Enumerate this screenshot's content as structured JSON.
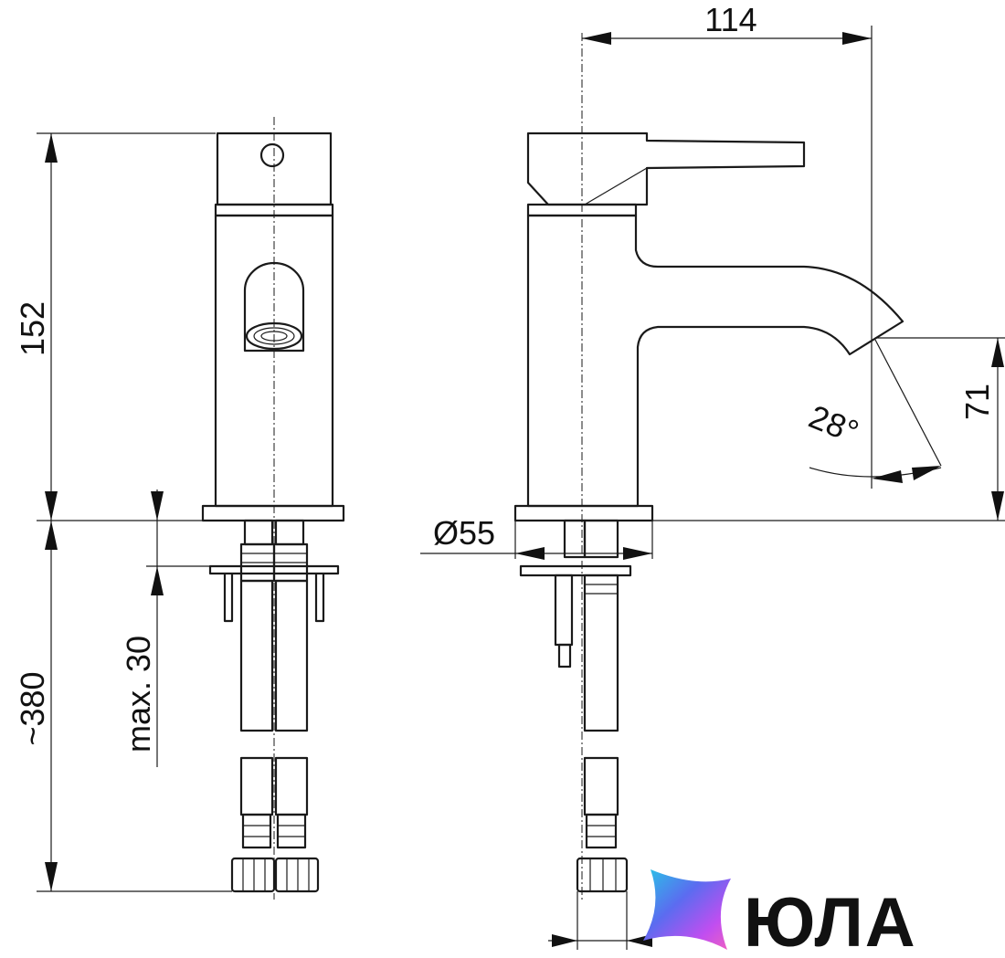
{
  "drawing": {
    "dimensions": {
      "total_height": "152",
      "below_deck": "~380",
      "max_deck": "max. 30",
      "spout_reach": "114",
      "spout_height": "71",
      "spout_angle": "28°",
      "base_diameter": "Ø55"
    }
  },
  "logo": {
    "text": "ЮЛА",
    "gradient_colors": [
      "#27c6e6",
      "#5b6cf0",
      "#c04ef0",
      "#f060c0"
    ]
  }
}
